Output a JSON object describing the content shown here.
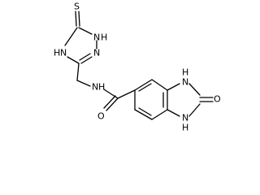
{
  "molecule": {
    "atoms": {
      "thione_S": "S",
      "triazole_N1H": "N",
      "triazole_N1H_h": "H",
      "triazole_N4H_h": "H",
      "triazole_N4H": "N",
      "triazole_N2": "N",
      "amide_NH_n": "N",
      "amide_NH_h": "H",
      "amide_O": "O",
      "bzim_N3H_h": "H",
      "bzim_N3H": "N",
      "urea_O": "O",
      "bzim_N1H_h": "H",
      "bzim_N1H": "N"
    }
  }
}
